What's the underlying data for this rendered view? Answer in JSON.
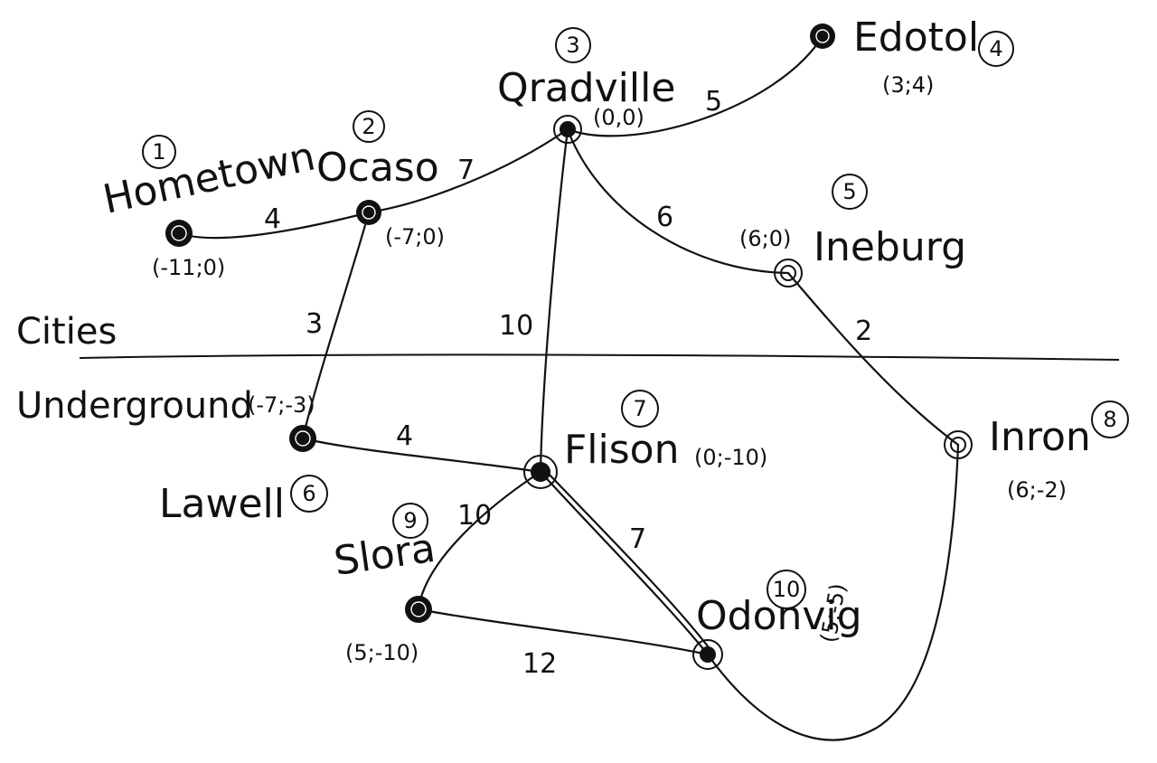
{
  "regions": {
    "upper": "Cities",
    "lower": "Underground"
  },
  "nodes": [
    {
      "key": "hometown",
      "id": "1",
      "name": "Hometown",
      "coord": "(-11;0)"
    },
    {
      "key": "ocaso",
      "id": "2",
      "name": "Ocaso",
      "coord": "(-7;0)"
    },
    {
      "key": "qradville",
      "id": "3",
      "name": "Qradville",
      "coord": "(0,0)"
    },
    {
      "key": "edotol",
      "id": "4",
      "name": "Edotol",
      "coord": "(3;4)"
    },
    {
      "key": "ineburg",
      "id": "5",
      "name": "Ineburg",
      "coord": "(6;0)"
    },
    {
      "key": "lawell",
      "id": "6",
      "name": "Lawell",
      "coord": "(-7;-3)"
    },
    {
      "key": "flison",
      "id": "7",
      "name": "Flison",
      "coord": "(0;-10)"
    },
    {
      "key": "inron",
      "id": "8",
      "name": "Inron",
      "coord": "(6;-2)"
    },
    {
      "key": "slora",
      "id": "9",
      "name": "Slora",
      "coord": "(5;-10)"
    },
    {
      "key": "odonvig",
      "id": "10",
      "name": "Odonvig",
      "coord": "(5;-5)"
    }
  ],
  "edges": [
    {
      "from": "hometown",
      "to": "ocaso",
      "weight": "4"
    },
    {
      "from": "ocaso",
      "to": "qradville",
      "weight": "7"
    },
    {
      "from": "qradville",
      "to": "edotol",
      "weight": "5"
    },
    {
      "from": "qradville",
      "to": "ineburg",
      "weight": "6"
    },
    {
      "from": "ocaso",
      "to": "lawell",
      "weight": "3"
    },
    {
      "from": "qradville",
      "to": "flison",
      "weight": "10"
    },
    {
      "from": "ineburg",
      "to": "inron",
      "weight": "2"
    },
    {
      "from": "lawell",
      "to": "flison",
      "weight": "4"
    },
    {
      "from": "flison",
      "to": "slora",
      "weight": "10"
    },
    {
      "from": "flison",
      "to": "odonvig",
      "weight": "7"
    },
    {
      "from": "slora",
      "to": "odonvig",
      "weight": "12"
    },
    {
      "from": "odonvig",
      "to": "inron",
      "weight": ""
    }
  ]
}
